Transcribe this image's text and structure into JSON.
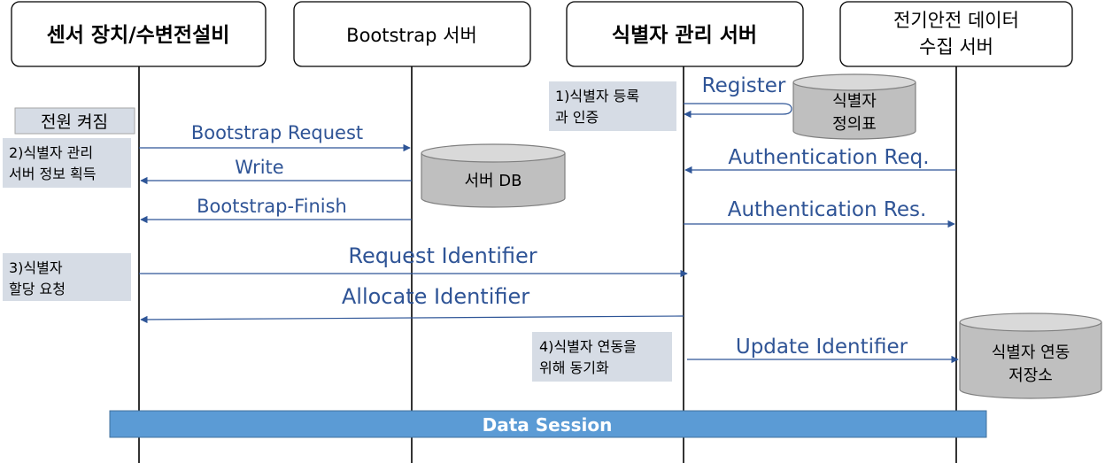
{
  "participants": [
    {
      "label": "센서 장치/수변전설비",
      "bold": true
    },
    {
      "label": "Bootstrap  서버",
      "bold": false
    },
    {
      "label": "식별자 관리 서버",
      "bold": true
    },
    {
      "label_line1": "전기안전 데이터",
      "label_line2": "수집 서버",
      "bold": false
    }
  ],
  "power_on_label": "전원 켜짐",
  "notes": {
    "n1_line1": "1)식별자 등록",
    "n1_line2": "과 인증",
    "n2_line1": "2)식별자 관리",
    "n2_line2": "서버 정보 획득",
    "n3_line1": "3)식별자",
    "n3_line2": "할당 요청",
    "n4_line1": "4)식별자 연동을",
    "n4_line2": "위해 동기화"
  },
  "databases": {
    "id_def_line1": "식별자",
    "id_def_line2": "정의표",
    "server_db": "서버 DB",
    "sync_store_line1": "식별자 연동",
    "sync_store_line2": "저장소"
  },
  "messages": {
    "register": "Register",
    "bootstrap_request": "Bootstrap  Request",
    "write": "Write",
    "bootstrap_finish": "Bootstrap-Finish",
    "auth_req": "Authentication Req.",
    "auth_res": "Authentication Res.",
    "request_identifier": "Request  Identifier",
    "allocate_identifier": "Allocate  Identifier",
    "update_identifier": "Update  Identifier"
  },
  "session_bar": {
    "label": "Data Session",
    "color": "#5b9bd5"
  },
  "colors": {
    "message_line": "#2e5597",
    "message_text": "#2f5496",
    "note_bg": "#d6dce5",
    "db_fill": "#bfbfbf"
  }
}
